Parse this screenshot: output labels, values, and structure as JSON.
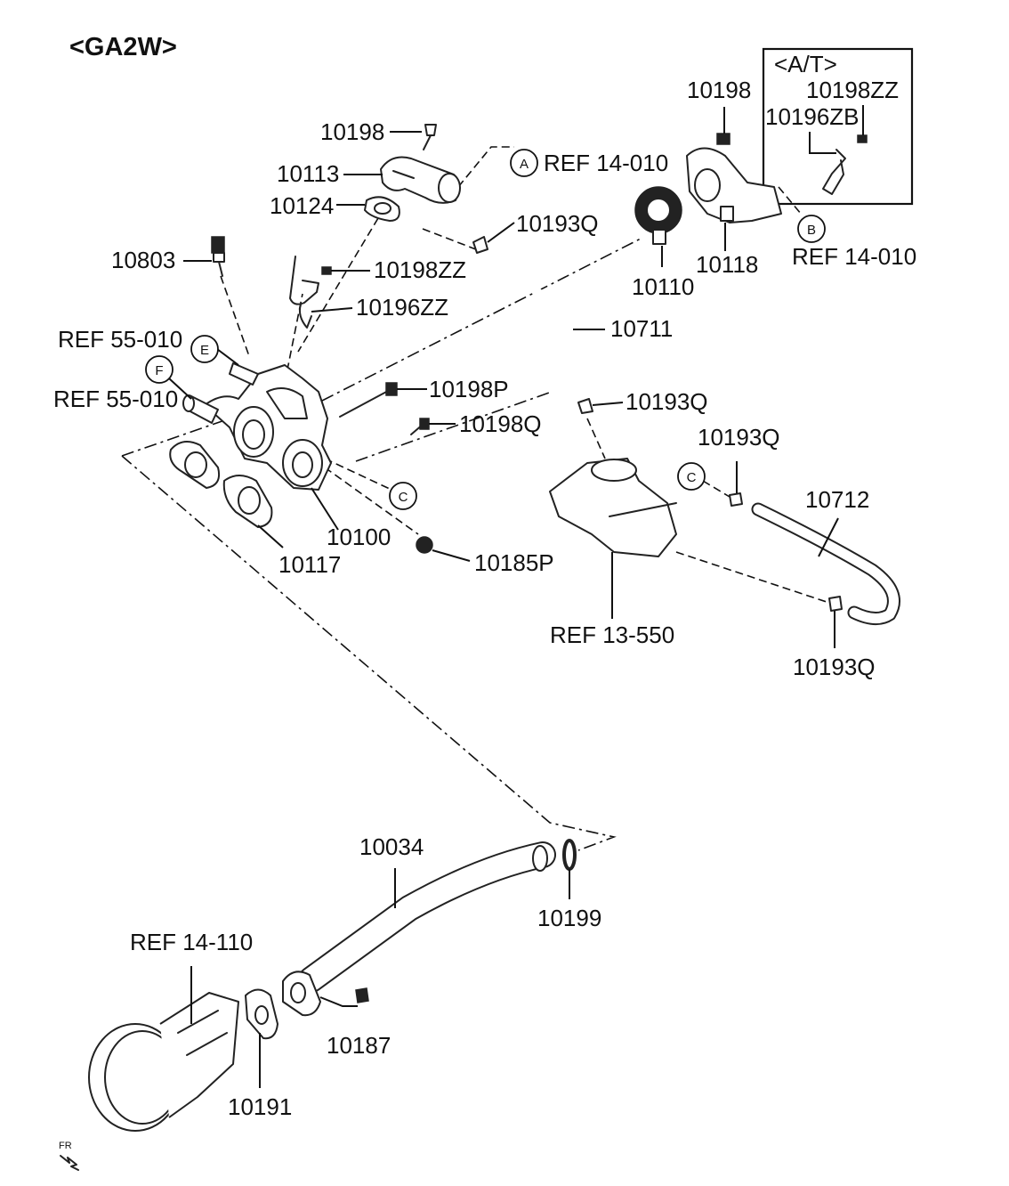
{
  "header": {
    "title": "<GA2W>",
    "at_box_title": "<A/T>"
  },
  "parts": {
    "p10198_top": "10198",
    "p10113": "10113",
    "p10124": "10124",
    "p10803": "10803",
    "p10198zz": "10198ZZ",
    "p10196zz": "10196ZZ",
    "p10198p": "10198P",
    "p10198q": "10198Q",
    "p10100": "10100",
    "p10117": "10117",
    "p10185p": "10185P",
    "p10193q_a": "10193Q",
    "p10193q_b": "10193Q",
    "p10193q_c": "10193Q",
    "p10193q_d": "10193Q",
    "p10711": "10711",
    "p10712": "10712",
    "p10110": "10110",
    "p10118": "10118",
    "p10198_right": "10198",
    "p10198zz_at": "10198ZZ",
    "p10196zb": "10196ZB",
    "p10034": "10034",
    "p10199": "10199",
    "p10187": "10187",
    "p10191": "10191"
  },
  "refs": {
    "ref_a": "REF 14-010",
    "ref_b": "REF 14-010",
    "ref_e": "REF 55-010",
    "ref_f": "REF 55-010",
    "ref_13550": "REF 13-550",
    "ref_14110": "REF 14-110"
  },
  "callouts": {
    "a": "A",
    "b": "B",
    "c1": "C",
    "c2": "C",
    "e": "E",
    "f": "F"
  },
  "fr_mark": "FR"
}
